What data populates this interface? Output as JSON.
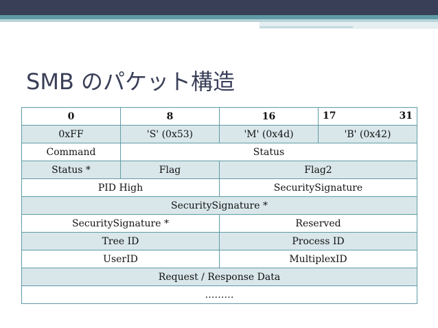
{
  "slide": {
    "title": "SMB のパケット構造"
  },
  "header_row": {
    "bit0": "0",
    "bit8": "8",
    "bit16": "16",
    "bit17": "17",
    "bit31": "31"
  },
  "rows": {
    "r1": [
      "0xFF",
      "'S' (0x53)",
      "'M' (0x4d)",
      "'B' (0x42)"
    ],
    "r2": [
      "Command",
      "Status"
    ],
    "r3": [
      "Status *",
      "Flag",
      "Flag2"
    ],
    "r4": [
      "PID High",
      "SecuritySignature"
    ],
    "r5": [
      "SecuritySignature *"
    ],
    "r6": [
      "SecuritySignature *",
      "Reserved"
    ],
    "r7": [
      "Tree ID",
      "Process ID"
    ],
    "r8": [
      "UserID",
      "MultiplexID"
    ],
    "r9": [
      "Request / Response Data"
    ],
    "r10": [
      "………"
    ]
  },
  "colors": {
    "header_dark": "#3a3f58",
    "accent_teal": "#5f9aa6",
    "row_shade": "#d9e7ea"
  }
}
